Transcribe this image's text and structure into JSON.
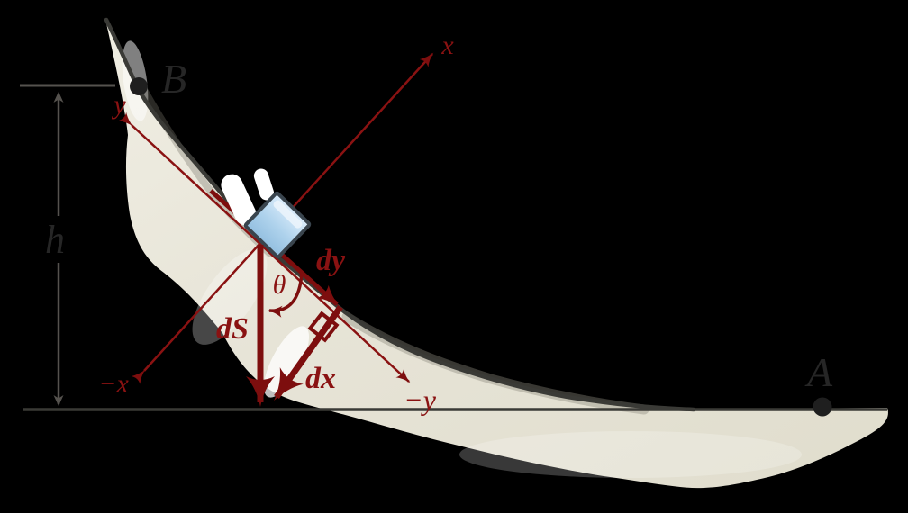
{
  "diagram": {
    "labels": {
      "point_b": "B",
      "point_a": "A",
      "height": "h",
      "axis_x": "x",
      "axis_x_neg": "−x",
      "axis_y": "y",
      "axis_y_neg": "−y",
      "ds": "dS",
      "dx": "dx",
      "dy": "dy",
      "theta": "θ"
    },
    "colors": {
      "vector_red": "#7d0e0e",
      "label_red": "#8a1212",
      "hill_fill": "#e7e4d7",
      "curve_stroke": "#3a3a36",
      "ground_line": "#3a3a36",
      "dimension_gray": "#55524e",
      "block_fill_light": "#d6eafa",
      "block_fill_dark": "#98c2e2",
      "block_border": "#39444d",
      "point_black": "#1f1f1f",
      "background": "#000000"
    }
  }
}
